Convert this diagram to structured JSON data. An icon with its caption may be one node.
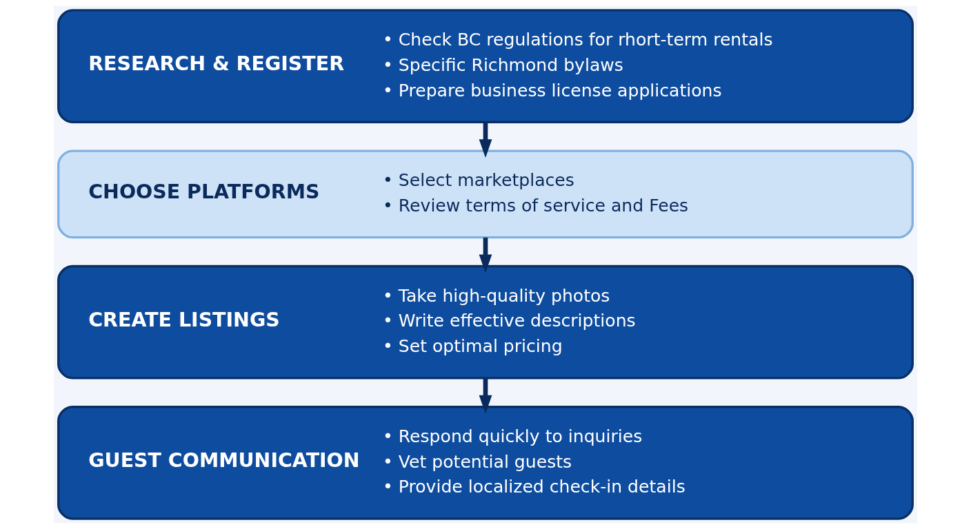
{
  "diagram": {
    "nodes": [
      {
        "text": [
          "RESEARCH & REGISTER",
          "• Check BC regulations for rhort-term rentals",
          "• Specific Richmond bylaws",
          "• Prepare business license applications"
        ]
      },
      {
        "text": [
          "CHOOSE PLATFORMS",
          "• Select marketplaces",
          "• Review terms of service and Fees"
        ]
      },
      {
        "text": [
          "CREATE LISTINGS",
          "• Take high-quality photos",
          "• Write effective descriptions",
          "• Set optimal pricing"
        ]
      },
      {
        "text": [
          "GUEST COMMUNICATION",
          "• Respond quickly to inquiries",
          "• Vet potential guests",
          "• Provide localized check-in details"
        ]
      }
    ],
    "edges": [
      {
        "from": 0,
        "to": 1,
        "arrow": "to"
      },
      {
        "from": 1,
        "to": 2,
        "arrow": "to"
      },
      {
        "from": 2,
        "to": 3,
        "arrow": "to"
      }
    ]
  }
}
